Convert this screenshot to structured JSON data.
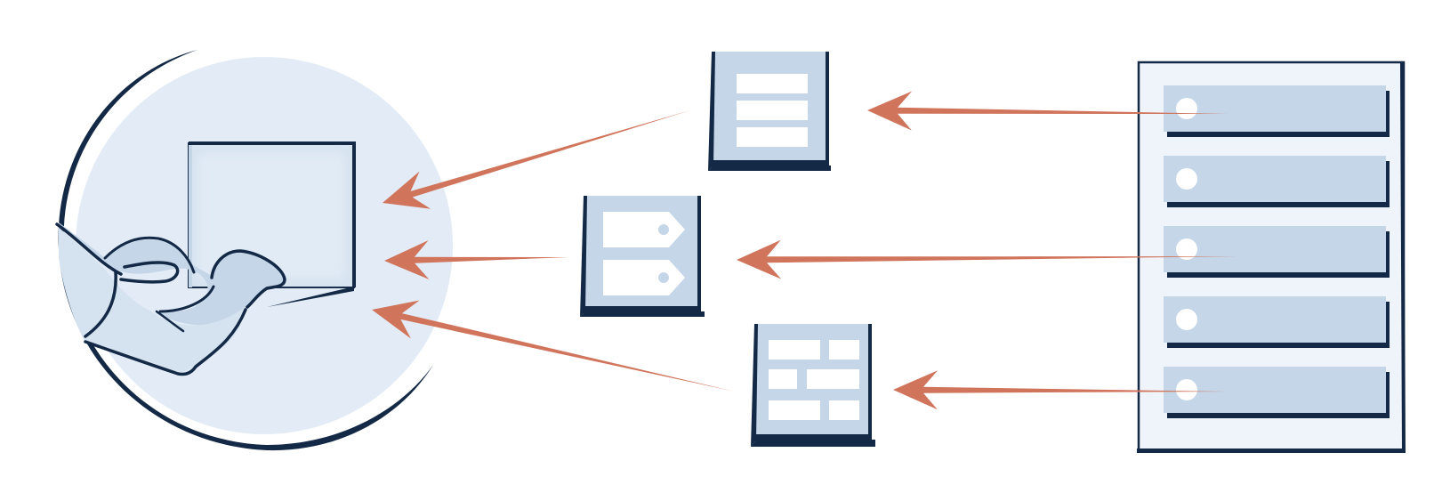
{
  "colors": {
    "background": "#ffffff",
    "circle_fill": "#e3ecf6",
    "icon_fill": "#c4d6e8",
    "icon_fill_light": "#d5e2ef",
    "panel_fill": "#eff4fa",
    "outline": "#132946",
    "arrow": "#d0755c",
    "white": "#ffffff"
  },
  "diagram": {
    "nodes": [
      {
        "id": "client",
        "icon": "hand-holding-device-icon"
      },
      {
        "id": "list-data",
        "icon": "list-document-icon"
      },
      {
        "id": "tag-data",
        "icon": "tag-document-icon"
      },
      {
        "id": "table-data",
        "icon": "table-document-icon"
      },
      {
        "id": "server",
        "icon": "server-rack-icon",
        "slots": 5
      }
    ],
    "edges": [
      {
        "from": "list-data",
        "to": "client",
        "direction": "left"
      },
      {
        "from": "tag-data",
        "to": "client",
        "direction": "left"
      },
      {
        "from": "table-data",
        "to": "client",
        "direction": "left"
      },
      {
        "from": "server",
        "to": "list-data",
        "direction": "left"
      },
      {
        "from": "server",
        "to": "tag-data",
        "direction": "left"
      },
      {
        "from": "server",
        "to": "table-data",
        "direction": "left"
      }
    ]
  }
}
